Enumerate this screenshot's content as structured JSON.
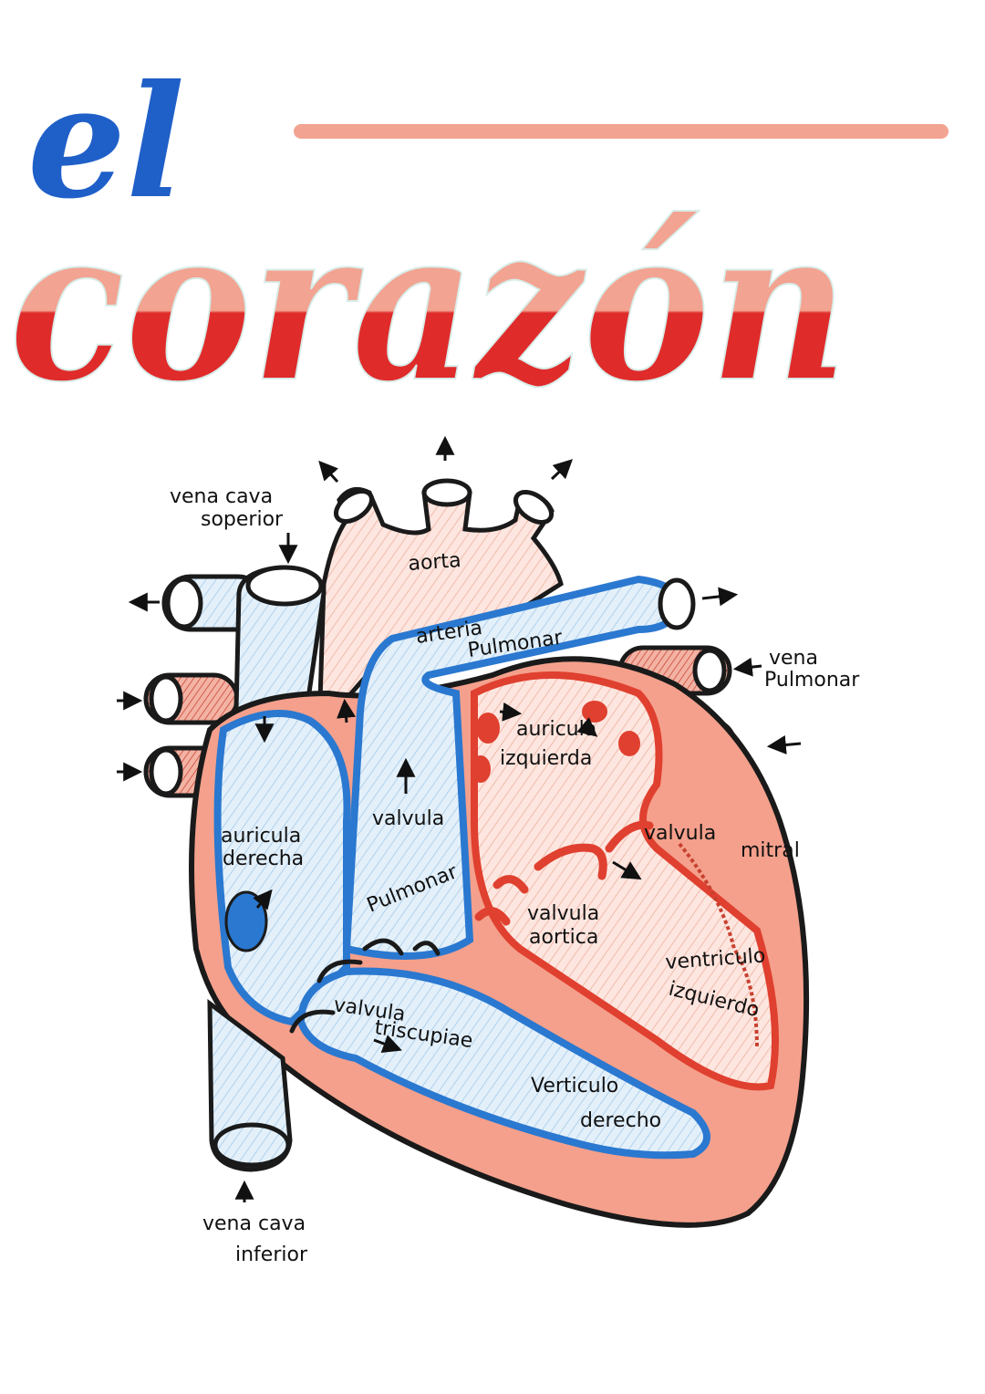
{
  "title": {
    "line1": "el",
    "line2": "corazón"
  },
  "labels": {
    "vena_cava_superior_1": "vena cava",
    "vena_cava_superior_2": "soperior",
    "aorta": "aorta",
    "arteria_pulmonar_1": "arteria",
    "arteria_pulmonar_2": "Pulmonar",
    "vena_pulmonar_1": "vena",
    "vena_pulmonar_2": "Pulmonar",
    "auricula_izquierda_1": "auricula",
    "auricula_izquierda_2": "izquierda",
    "valvula_pulmonar_1": "valvula",
    "valvula_pulmonar_2": "Pulmonar",
    "auricula_derecha_1": "auricula",
    "auricula_derecha_2": "derecha",
    "valvula_mitral_1": "valvula",
    "valvula_mitral_2": "mitral",
    "valvula_aortica_1": "valvula",
    "valvula_aortica_2": "aortica",
    "ventriculo_izquierdo_1": "ventriculo",
    "ventriculo_izquierdo_2": "izquierdo",
    "valvula_tricuspide_1": "valvula",
    "valvula_tricuspide_2": "triscupiae",
    "ventriculo_derecho_1": "Verticulo",
    "ventriculo_derecho_2": "derecho",
    "vena_cava_inferior_1": "vena cava",
    "vena_cava_inferior_2": "inferior"
  },
  "colors": {
    "title_el": "#1f5fc8",
    "title_corazon_top": "#f2a391",
    "title_corazon_bottom": "#e02b2b",
    "title_rule": "#f2a391",
    "blue_vessel": "#2a78d0",
    "red_vessel": "#e0402f",
    "salmon": "#f4a08c",
    "light_blue_fill": "#dcecf8",
    "light_red_fill": "#fbe1da",
    "outline": "#1a1a1a"
  }
}
